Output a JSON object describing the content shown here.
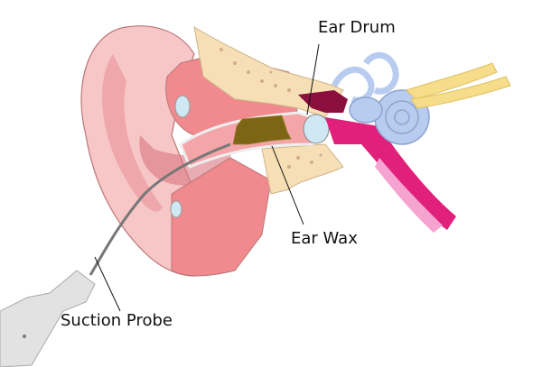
{
  "diagram": {
    "subject": "Ear wax removal with suction probe (ear cross-section)",
    "labels": {
      "ear_drum": "Ear Drum",
      "ear_wax": "Ear Wax",
      "suction_probe": "Suction Probe"
    },
    "colors": {
      "outer_ear": "#f7c6c7",
      "outer_ear_dark": "#e99a9f",
      "tissue": "#f08a8e",
      "bone": "#f6dfb5",
      "bone_spots": "#c9a07f",
      "ear_wax": "#7d6516",
      "ear_drum": "#cfe8f3",
      "middle_ear": "#8a0f3c",
      "eustachian_tube": "#e0207a",
      "inner_ear": "#b7ccef",
      "nerve": "#f5dd8a",
      "probe": "#777777",
      "probe_handle": "#e2e2e2"
    }
  }
}
